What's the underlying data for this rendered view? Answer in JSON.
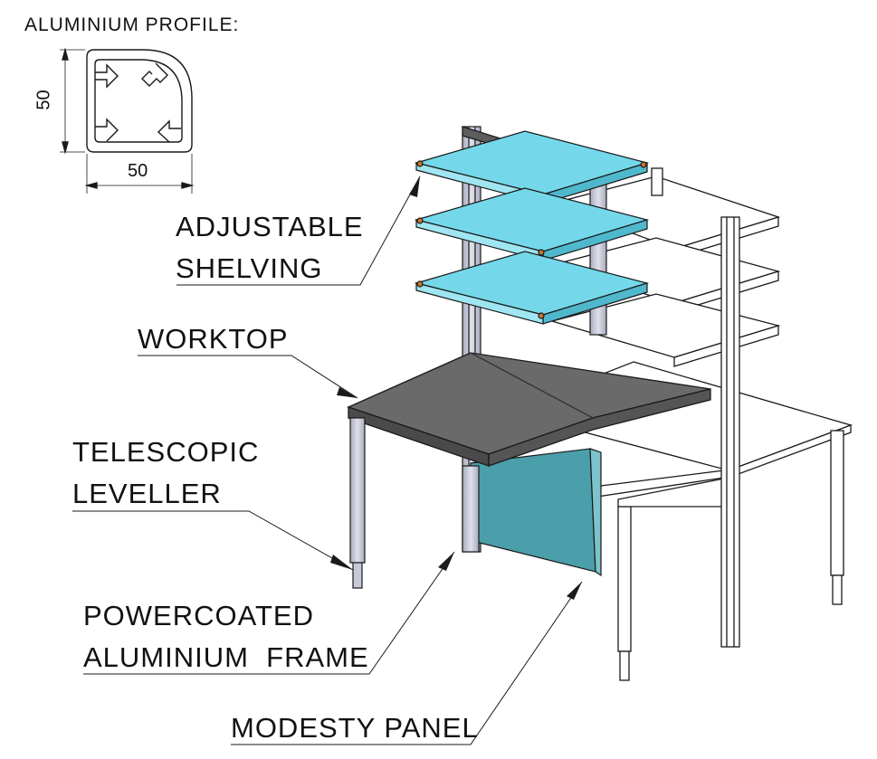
{
  "profile": {
    "title": "ALUMINIUM PROFILE:",
    "height_dim": "50",
    "width_dim": "50"
  },
  "callouts": {
    "shelving_line1": "ADJUSTABLE",
    "shelving_line2": "SHELVING",
    "worktop": "WORKTOP",
    "leveller_line1": "TELESCOPIC",
    "leveller_line2": "LEVELLER",
    "frame_line1": "POWERCOATED",
    "frame_line2": "ALUMINIUM  FRAME",
    "modesty_panel": "MODESTY PANEL"
  },
  "colors": {
    "shelf_fill": "#74d8ea",
    "worktop_fill": "#5d5d5d",
    "modesty_panel_fill": "#4a9fab",
    "frame_fill": "#c7c9d8",
    "line": "#1a1a1a"
  }
}
